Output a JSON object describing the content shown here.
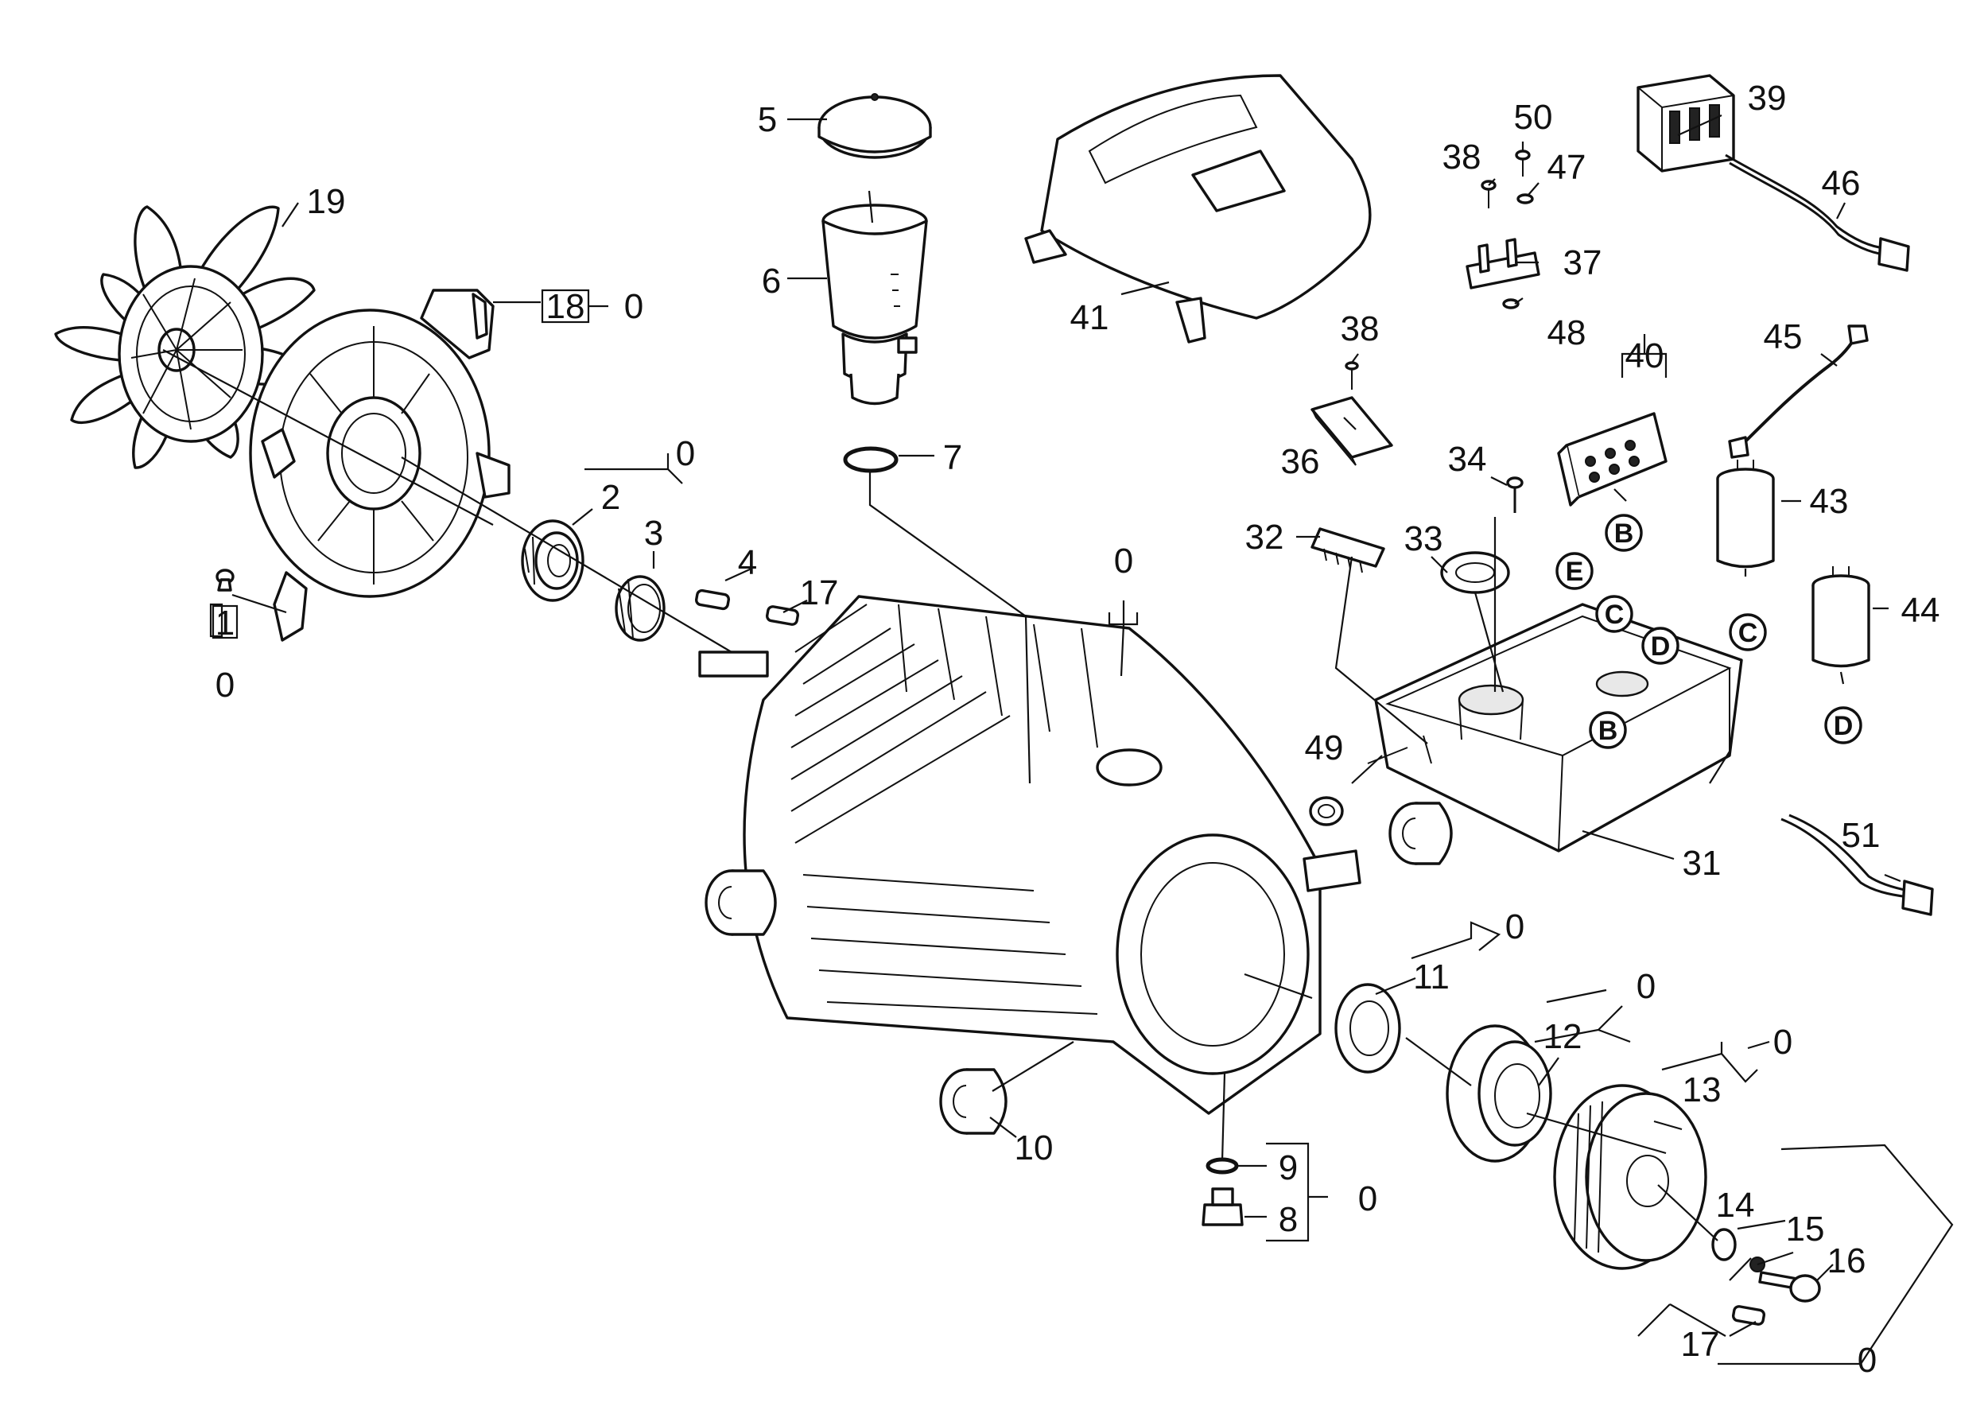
{
  "callouts": [
    {
      "id": "c1",
      "label": "1",
      "boxed": true
    },
    {
      "id": "c1s",
      "label": "0"
    },
    {
      "id": "c2",
      "label": "2"
    },
    {
      "id": "c3",
      "label": "3"
    },
    {
      "id": "c0a",
      "label": "0"
    },
    {
      "id": "c4",
      "label": "4"
    },
    {
      "id": "c5",
      "label": "5"
    },
    {
      "id": "c6",
      "label": "6"
    },
    {
      "id": "c7",
      "label": "7"
    },
    {
      "id": "c8",
      "label": "8"
    },
    {
      "id": "c9",
      "label": "9"
    },
    {
      "id": "c0g",
      "label": "0"
    },
    {
      "id": "c10",
      "label": "10"
    },
    {
      "id": "c11",
      "label": "11"
    },
    {
      "id": "c0c",
      "label": "0"
    },
    {
      "id": "c12",
      "label": "12"
    },
    {
      "id": "c0d",
      "label": "0"
    },
    {
      "id": "c13",
      "label": "13"
    },
    {
      "id": "c0e",
      "label": "0"
    },
    {
      "id": "c14",
      "label": "14"
    },
    {
      "id": "c15",
      "label": "15"
    },
    {
      "id": "c16",
      "label": "16"
    },
    {
      "id": "c17a",
      "label": "17"
    },
    {
      "id": "c17b",
      "label": "17"
    },
    {
      "id": "c0f",
      "label": "0"
    },
    {
      "id": "c18",
      "label": "18",
      "boxed": true
    },
    {
      "id": "c0h",
      "label": "0"
    },
    {
      "id": "c19",
      "label": "19"
    },
    {
      "id": "c0b",
      "label": "0"
    },
    {
      "id": "c31",
      "label": "31"
    },
    {
      "id": "c32",
      "label": "32"
    },
    {
      "id": "c33",
      "label": "33"
    },
    {
      "id": "c34",
      "label": "34"
    },
    {
      "id": "c36",
      "label": "36"
    },
    {
      "id": "c37",
      "label": "37"
    },
    {
      "id": "c38a",
      "label": "38"
    },
    {
      "id": "c38b",
      "label": "38"
    },
    {
      "id": "c39",
      "label": "39"
    },
    {
      "id": "c40",
      "label": "40"
    },
    {
      "id": "c41",
      "label": "41"
    },
    {
      "id": "c43",
      "label": "43"
    },
    {
      "id": "c44",
      "label": "44"
    },
    {
      "id": "c45",
      "label": "45"
    },
    {
      "id": "c46",
      "label": "46"
    },
    {
      "id": "c47",
      "label": "47"
    },
    {
      "id": "c48",
      "label": "48"
    },
    {
      "id": "c49",
      "label": "49"
    },
    {
      "id": "c50",
      "label": "50"
    },
    {
      "id": "c51",
      "label": "51"
    }
  ],
  "connectors": [
    {
      "id": "k1",
      "letter": "B"
    },
    {
      "id": "k2",
      "letter": "B"
    },
    {
      "id": "k3",
      "letter": "C"
    },
    {
      "id": "k4",
      "letter": "C"
    },
    {
      "id": "k5",
      "letter": "D"
    },
    {
      "id": "k6",
      "letter": "D"
    },
    {
      "id": "k7",
      "letter": "E"
    }
  ]
}
